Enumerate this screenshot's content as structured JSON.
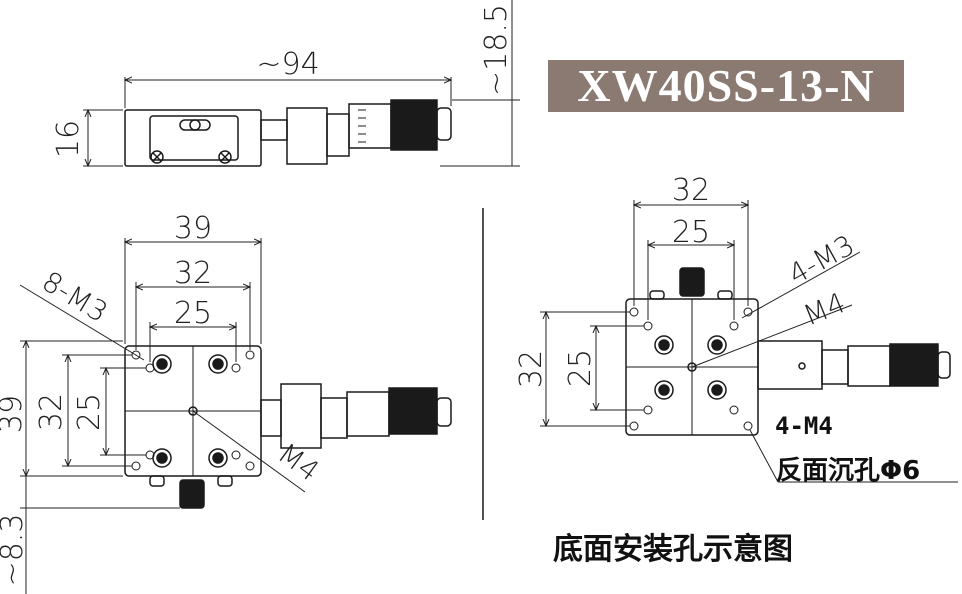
{
  "title": {
    "model": "XW40SS-13-N",
    "bottom_caption": "底面安装孔示意图"
  },
  "top_view": {
    "width_dim": "~94",
    "height_dim": "16",
    "tall_dim": "~18.5"
  },
  "front_view": {
    "outer_width": "39",
    "mid_width": "32",
    "inner_width": "25",
    "outer_height": "39",
    "mid_height": "32",
    "inner_height": "25",
    "offset_dim": "~8.3",
    "hole_label": "8-M3",
    "center_label": "M4"
  },
  "bottom_view": {
    "mid_width": "32",
    "inner_width": "25",
    "mid_height": "32",
    "inner_height": "25",
    "hole_label": "4-M3",
    "center_label": "M4",
    "m4_label": "4-M4",
    "counterbore_label": "反面沉孔Φ6"
  },
  "colors": {
    "line": "#1a1a1a",
    "model_bg": "#8a7a72",
    "model_text": "#ffffff"
  }
}
